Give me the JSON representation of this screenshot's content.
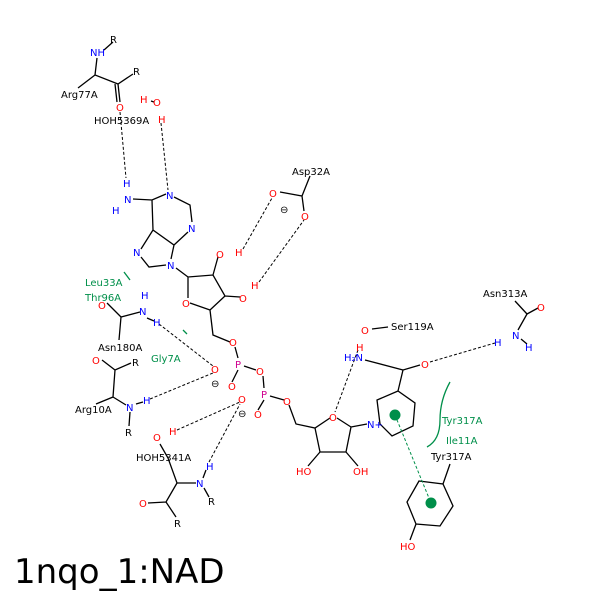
{
  "title": "1nqo_1:NAD",
  "colors": {
    "hydrophobic": "#008f4a",
    "oxygen": "#ff0000",
    "nitrogen": "#0000ff",
    "phosphorus": "#d0008f"
  },
  "residues": {
    "arg77": "Arg77A",
    "hoh5369": "HOH5369A",
    "asp32": "Asp32A",
    "asn313": "Asn313A",
    "ser119": "Ser119A",
    "asn180": "Asn180A",
    "arg10": "Arg10A",
    "hoh5341": "HOH5341A",
    "tyr317": "Tyr317A"
  },
  "hydrophobic": {
    "leu33": "Leu33A",
    "thr96": "Thr96A",
    "gly7": "Gly7A",
    "tyr317": "Tyr317A",
    "ile11": "Ile11A"
  },
  "atoms": {
    "R": "R",
    "NH": "NH",
    "N": "N",
    "O": "O",
    "H": "H",
    "P": "P",
    "HO": "HO",
    "OH": "OH",
    "H2N": "H₂N",
    "Nplus": "N+",
    "minus": "⊖"
  }
}
